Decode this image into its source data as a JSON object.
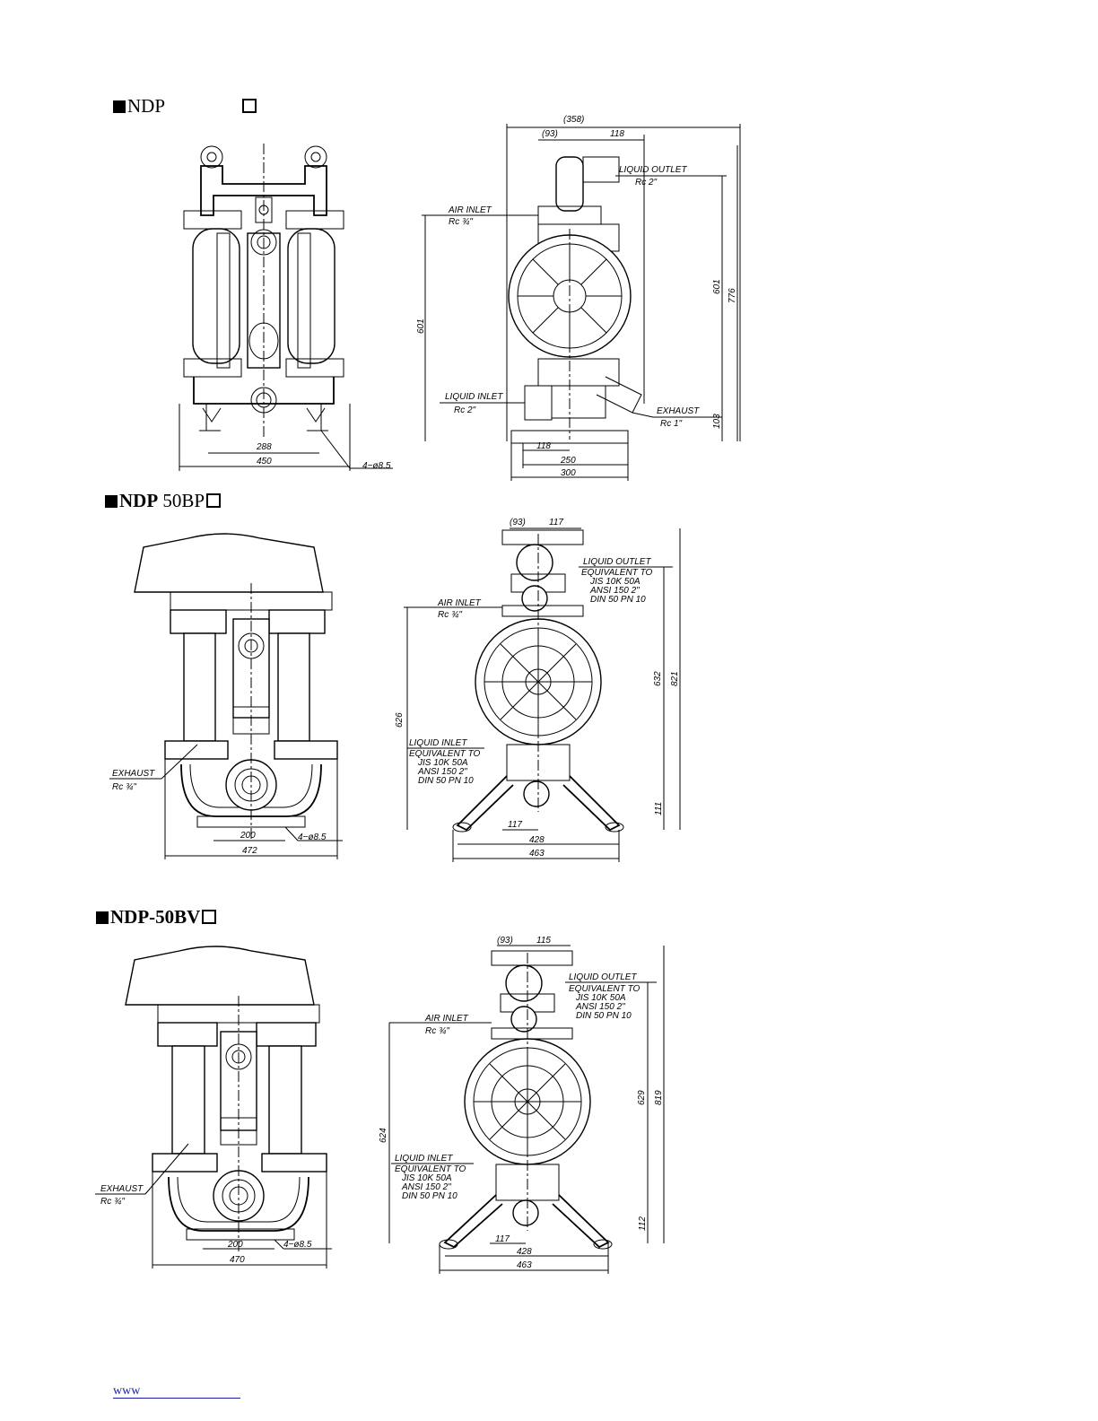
{
  "sections": [
    {
      "title_prefix": "NDP",
      "title_suffix": "",
      "front": {
        "dim_288": "288",
        "dim_450": "450",
        "holes": "4−ø8.5"
      },
      "side": {
        "dim_358": "(358)",
        "dim_93": "(93)",
        "dim_118_top": "118",
        "liquid_outlet": "LIQUID OUTLET",
        "liquid_outlet_size": "Rc  2\"",
        "air_inlet": "AIR INLET",
        "air_inlet_size": "Rc ¾\"",
        "liquid_inlet": "LIQUID INLET",
        "liquid_inlet_size": "Rc  2\"",
        "exhaust": "EXHAUST",
        "exhaust_size": "Rc  1\"",
        "dim_601_left": "601",
        "dim_601_right": "601",
        "dim_776": "776",
        "dim_103": "103",
        "dim_118_bottom": "118",
        "dim_250": "250",
        "dim_300": "300"
      }
    },
    {
      "title_prefix": "NDP",
      "title_suffix": "50BP",
      "front": {
        "exhaust": "EXHAUST",
        "exhaust_size": "Rc ¾\"",
        "dim_200": "200",
        "dim_472": "472",
        "holes": "4−ø8.5"
      },
      "side": {
        "dim_93": "(93)",
        "dim_117_top": "117",
        "liquid_outlet": "LIQUID OUTLET",
        "outlet_eq": [
          "EQUIVALENT TO",
          "JIS 10K 50A",
          "ANSI 150 2\"",
          "DIN 50 PN 10"
        ],
        "air_inlet": "AIR INLET",
        "air_inlet_size": "Rc ¾\"",
        "liquid_inlet": "LIQUID INLET",
        "inlet_eq": [
          "EQUIVALENT TO",
          "JIS 10K 50A",
          "ANSI 150 2\"",
          "DIN 50 PN 10"
        ],
        "dim_626": "626",
        "dim_632": "632",
        "dim_821": "821",
        "dim_111": "111",
        "dim_117_bottom": "117",
        "dim_428": "428",
        "dim_463": "463"
      }
    },
    {
      "title_prefix": "NDP-50BV",
      "title_suffix": "",
      "front": {
        "exhaust": "EXHAUST",
        "exhaust_size": "Rc ¾\"",
        "dim_200": "200",
        "dim_470": "470",
        "holes": "4−ø8.5"
      },
      "side": {
        "dim_93": "(93)",
        "dim_115_top": "115",
        "liquid_outlet": "LIQUID OUTLET",
        "outlet_eq": [
          "EQUIVALENT TO",
          "JIS 10K 50A",
          "ANSI 150 2\"",
          "DIN 50 PN 10"
        ],
        "air_inlet": "AIR INLET",
        "air_inlet_size": "Rc ¾\"",
        "liquid_inlet": "LIQUID INLET",
        "inlet_eq": [
          "EQUIVALENT TO",
          "JIS 10K 50A",
          "ANSI 150 2\"",
          "DIN 50 PN 10"
        ],
        "dim_624": "624",
        "dim_629": "629",
        "dim_819": "819",
        "dim_112": "112",
        "dim_117_bottom": "117",
        "dim_428": "428",
        "dim_463": "463"
      }
    }
  ],
  "footer": {
    "link_text": "www"
  }
}
